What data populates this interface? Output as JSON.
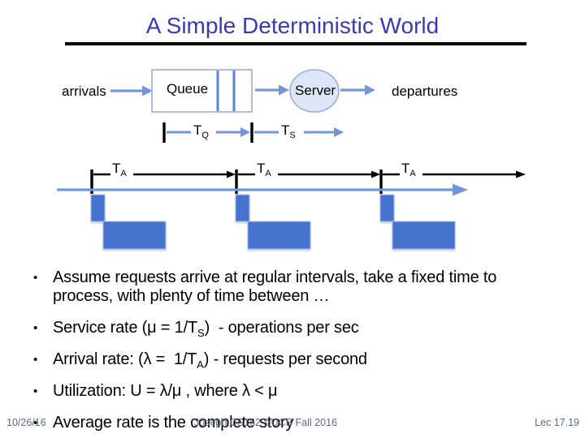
{
  "slide": {
    "title": "A Simple Deterministic World",
    "bullet_char": "•"
  },
  "diagram": {
    "arrivals_label": "arrivals",
    "queue_label": "Queue",
    "server_label": "Server",
    "departures_label": "departures",
    "tq": {
      "base": "T",
      "sub": "Q"
    },
    "ts": {
      "base": "T",
      "sub": "S"
    },
    "ta": {
      "base": "T",
      "sub": "A"
    }
  },
  "bullets": [
    {
      "pre": "Assume requests arrive at regular intervals, take a fixed time to process, with plenty of time between …"
    },
    {
      "pre": "Service rate (μ = 1/T",
      "sub": "S",
      "post": ")  - operations per sec"
    },
    {
      "pre": "Arrival rate: (λ =  1/T",
      "sub": "A",
      "post": ") - requests per second"
    },
    {
      "pre": "Utilization: U = λ/μ , where λ < μ"
    },
    {
      "pre": "Average rate is the complete story"
    }
  ],
  "footer": {
    "date": "10/26/16",
    "center": "Joseph CS162 ©UCB Fall 2016",
    "right": "Lec 17.19"
  },
  "colors": {
    "title_blue": "#3A3AB0",
    "arrow_blue": "#7396D8",
    "queue_divider": "#5B83D6",
    "box_border": "#9AAEDC",
    "server_fill": "#DEE5F6",
    "task_blue": "#4573CE",
    "task_border": "#A8BCE8",
    "footer_gray": "#5D6980"
  }
}
